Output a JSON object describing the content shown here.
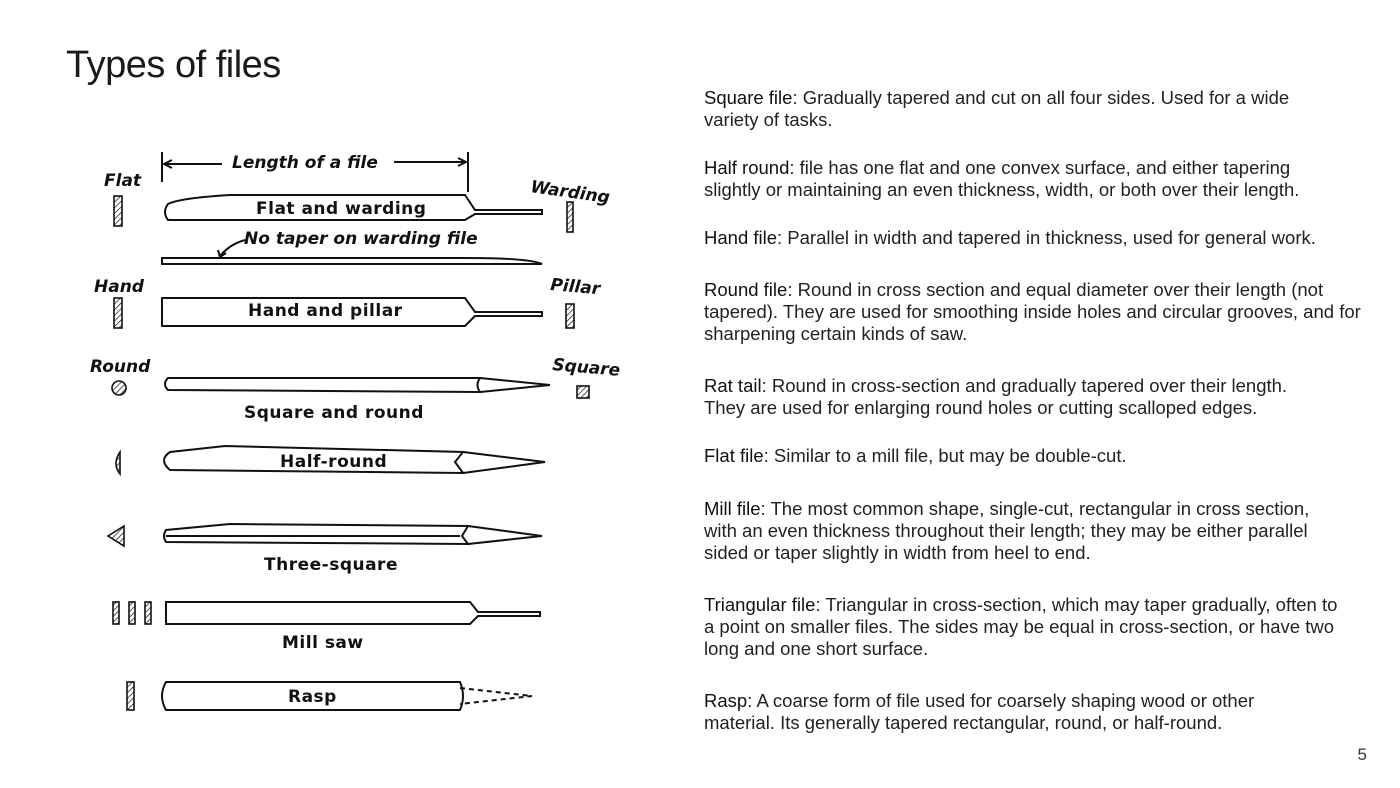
{
  "title": "Types of files",
  "page_number": "5",
  "diagram": {
    "length_label": "Length of a file",
    "side_labels": [
      "Flat",
      "Warding",
      "Hand",
      "Pillar",
      "Round",
      "Square"
    ],
    "file_labels": [
      "Flat and warding",
      "No taper on warding file",
      "Hand and pillar",
      "Square and round",
      "Half-round",
      "Three-square",
      "Mill saw",
      "Rasp"
    ]
  },
  "definitions": [
    {
      "term": "Square file",
      "text": ": Gradually tapered and cut on all four sides. Used for a wide variety of tasks."
    },
    {
      "term": "Half round",
      "text": ": file has one flat and one convex surface, and either tapering slightly or maintaining an even thickness, width, or both over their length."
    },
    {
      "term": "Hand file",
      "text": ": Parallel in width and tapered in thickness, used for general work."
    },
    {
      "term": "Round file",
      "text": ": Round in cross section and equal diameter over their length (not tapered). They are used for smoothing inside holes and circular grooves, and for sharpening certain kinds of saw."
    },
    {
      "term": "Rat tail",
      "text": ": Round in cross-section and gradually tapered over their length. They are used for enlarging round holes or cutting scalloped edges."
    },
    {
      "term": "Flat file",
      "text": ": Similar to a mill file, but may be double-cut."
    },
    {
      "term": "Mill file",
      "text": ": The most common shape, single-cut, rectangular in cross section, with an even thickness throughout their length; they may be either parallel sided or taper slightly in width from heel to end."
    },
    {
      "term": "Triangular file",
      "text": ": Triangular in cross-section, which may taper gradually, often to a point on smaller files. The sides may be equal in cross-section, or have two long and one short surface."
    },
    {
      "term": "Rasp",
      "text": ": A coarse form of file used for coarsely shaping wood or other material. Its generally tapered rectangular, round, or half-round."
    }
  ]
}
